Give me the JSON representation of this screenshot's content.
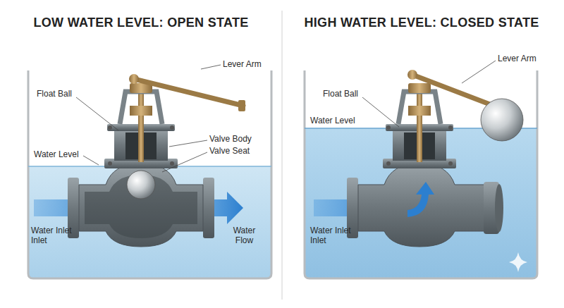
{
  "diagram": {
    "labels": [
      "LOW WATER LEVEL: OPEN STATE",
      "HIGH WATER LEVEL: CLOSED STATE",
      "Lever Arm",
      "Float Ball",
      "Valve Body",
      "Valve Seat",
      "Water Level",
      "Water Inlet Inlet",
      "Water Flow",
      "Float Ball",
      "Lever Arm",
      "Water Level",
      "Water Inlet Inlet"
    ]
  }
}
